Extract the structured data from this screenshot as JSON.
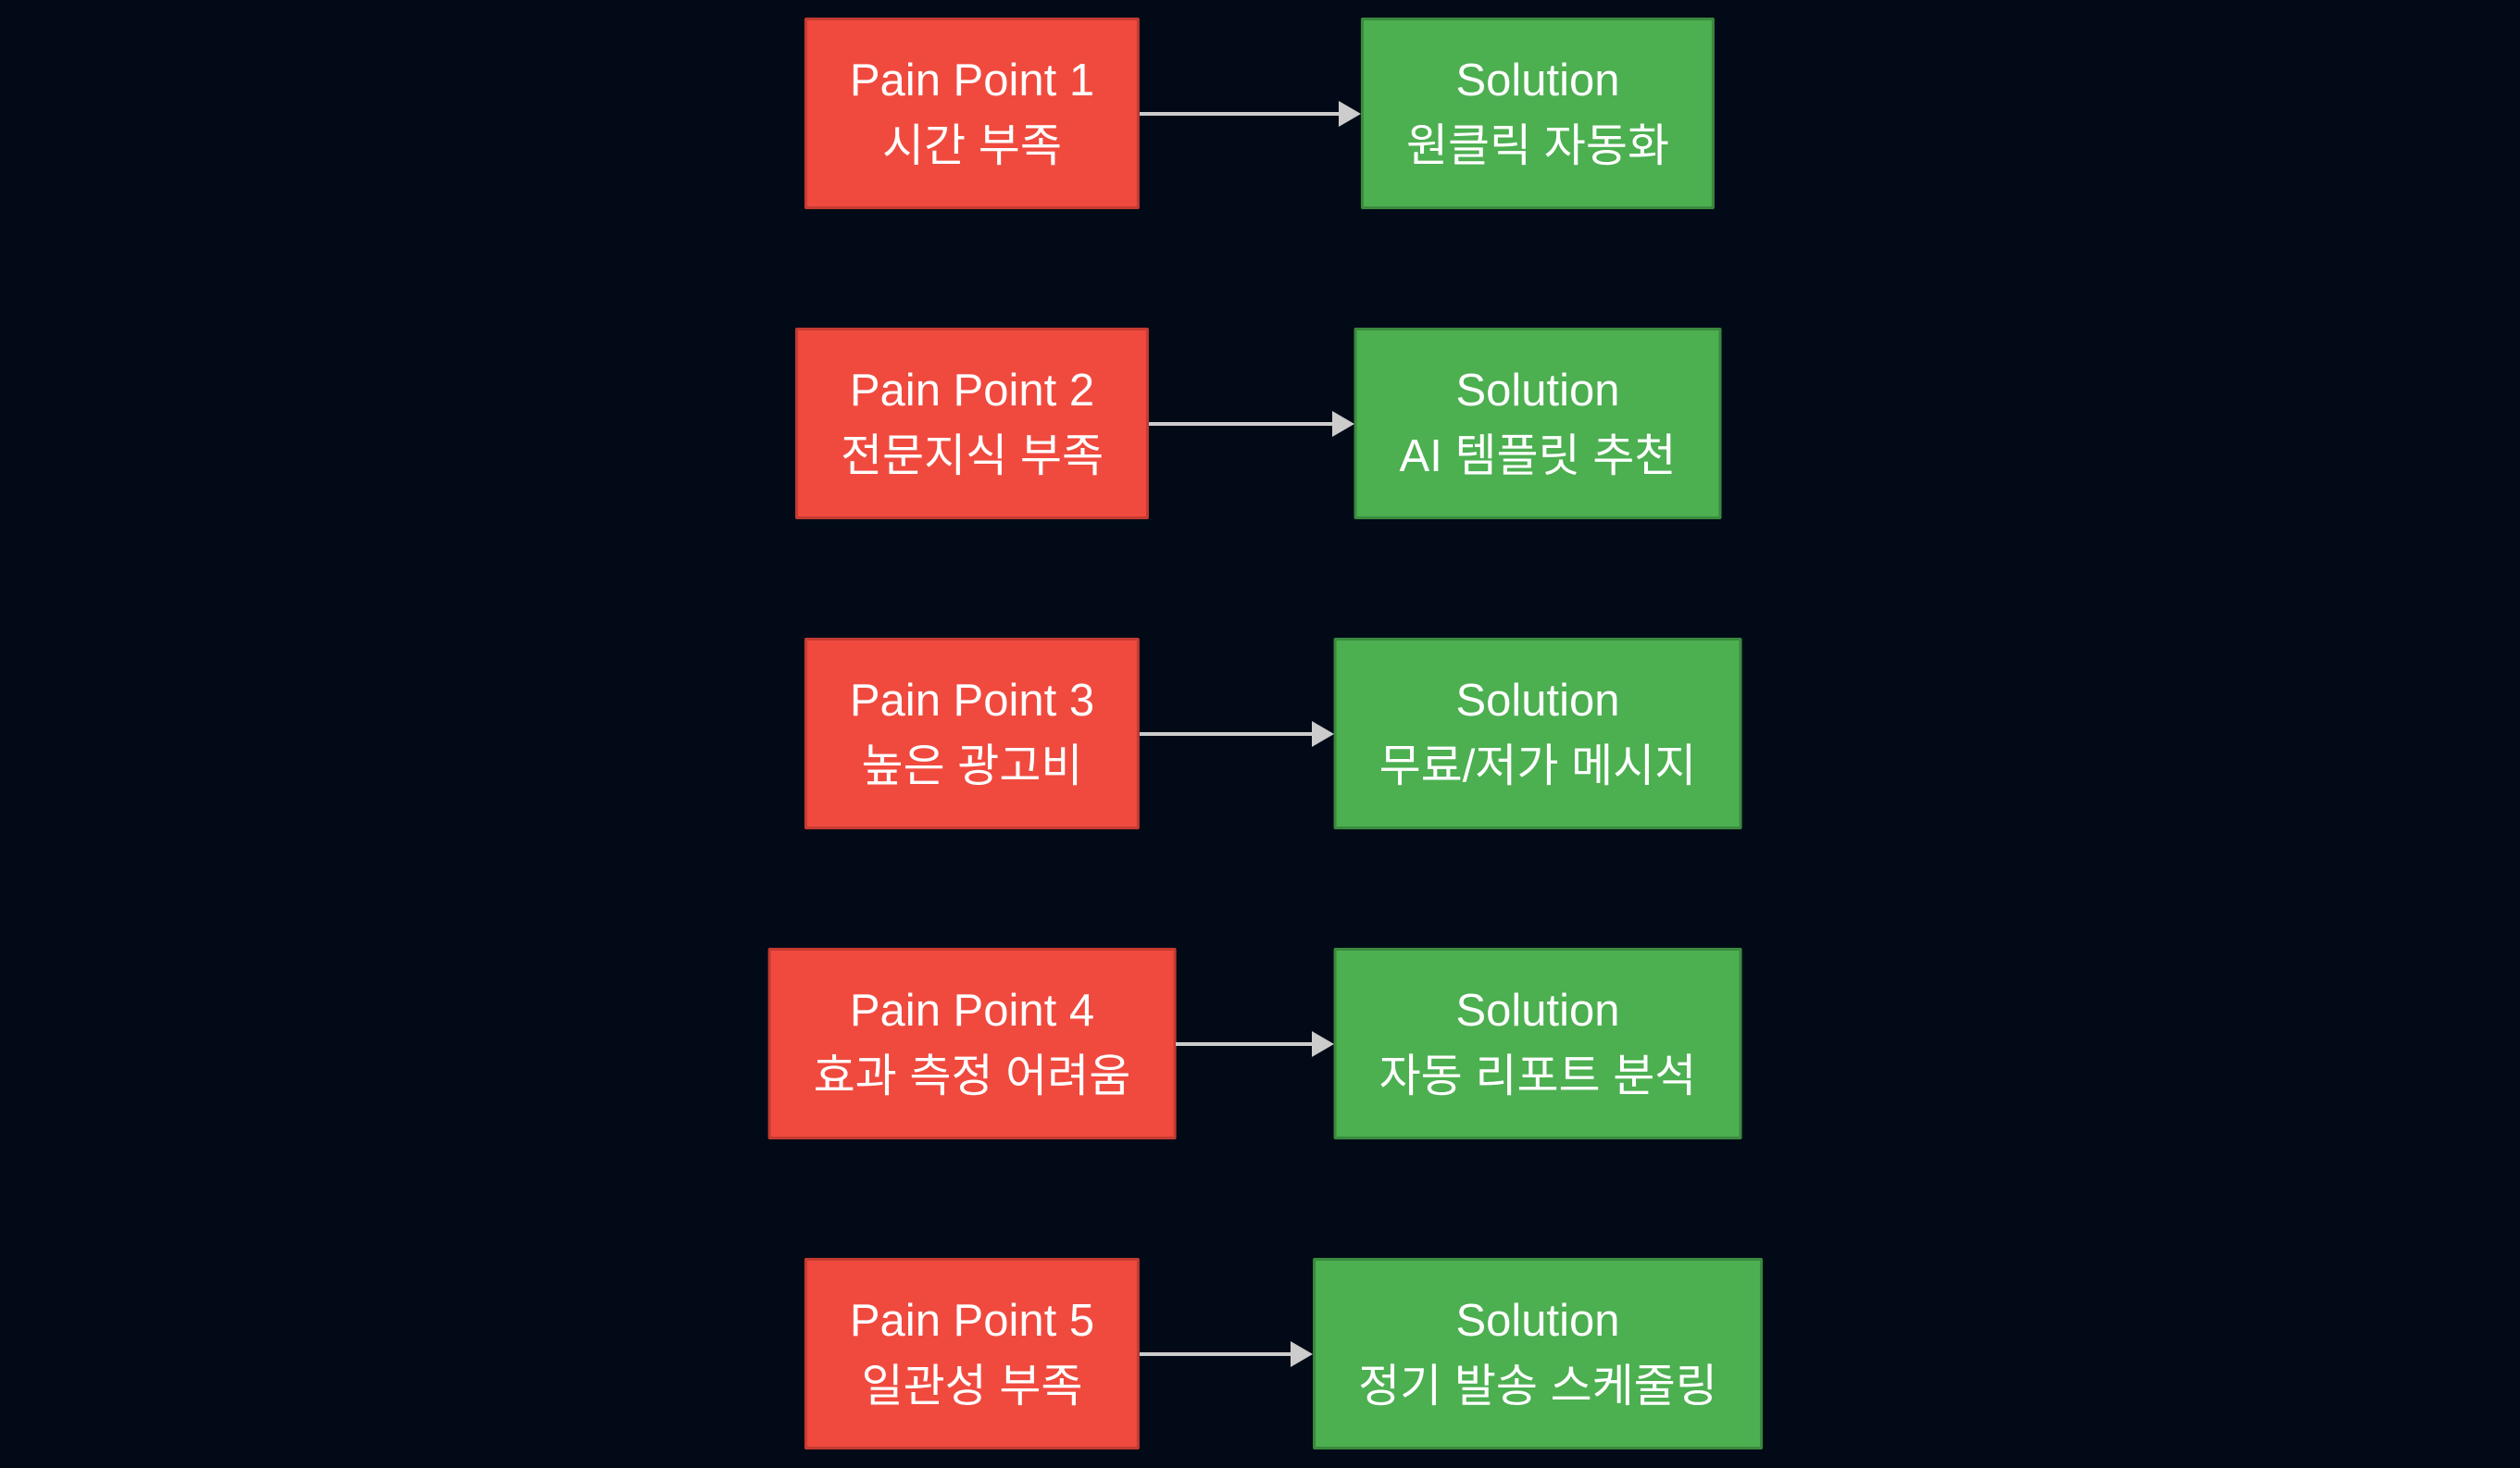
{
  "rows": [
    {
      "pain": {
        "title": "Pain Point 1",
        "subtitle": "시간 부족"
      },
      "solution": {
        "title": "Solution",
        "subtitle": "원클릭 자동화"
      }
    },
    {
      "pain": {
        "title": "Pain Point 2",
        "subtitle": "전문지식 부족"
      },
      "solution": {
        "title": "Solution",
        "subtitle": "AI 템플릿 추천"
      }
    },
    {
      "pain": {
        "title": "Pain Point 3",
        "subtitle": "높은 광고비"
      },
      "solution": {
        "title": "Solution",
        "subtitle": "무료/저가 메시지"
      }
    },
    {
      "pain": {
        "title": "Pain Point 4",
        "subtitle": "효과 측정 어려움"
      },
      "solution": {
        "title": "Solution",
        "subtitle": "자동 리포트 분석"
      }
    },
    {
      "pain": {
        "title": "Pain Point 5",
        "subtitle": "일관성 부족"
      },
      "solution": {
        "title": "Solution",
        "subtitle": "정기 발송 스케줄링"
      }
    }
  ],
  "colors": {
    "background": "#030A17",
    "text": "#FFFFFF",
    "pain-fill": "#F04A3F",
    "pain-border": "#C43B31",
    "solution-fill": "#4CAF50",
    "solution-border": "#3A8A3E",
    "arrow": "#CCCCCC"
  }
}
